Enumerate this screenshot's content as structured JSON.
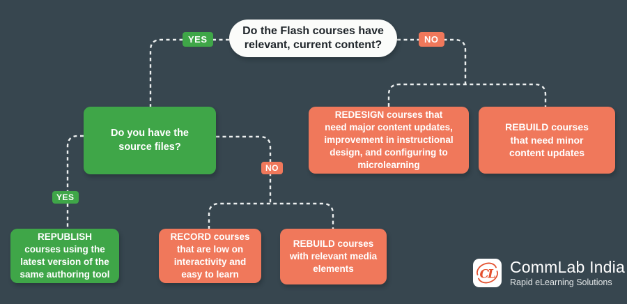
{
  "palette": {
    "background": "#37464F",
    "green": "#3FA648",
    "orange": "#F0785B",
    "pill_background": "#FBFCFA",
    "pill_text": "#20262B",
    "connector_line": "#EDF0F0",
    "logo_red": "#E4502E"
  },
  "nodes": {
    "root_question": "Do the Flash courses have\nrelevant, current content?",
    "source_files_question": "Do you have the\nsource files?",
    "redesign": "REDESIGN courses that\nneed major content updates,\nimprovement in instructional\ndesign, and configuring to\nmicrolearning",
    "rebuild_minor": "REBUILD courses\nthat need minor\ncontent updates",
    "republish": "REPUBLISH\ncourses using the\nlatest version of the\nsame authoring tool",
    "record": "RECORD courses\nthat are low on\ninteractivity and\neasy to learn",
    "rebuild_media": "REBUILD courses\nwith relevant media\nelements"
  },
  "branch_labels": {
    "yes_top": "YES",
    "no_top": "NO",
    "yes_mid": "YES",
    "no_mid": "NO"
  },
  "logo": {
    "monogram": "CL",
    "name": "CommLab India",
    "tagline": "Rapid eLearning Solutions"
  }
}
